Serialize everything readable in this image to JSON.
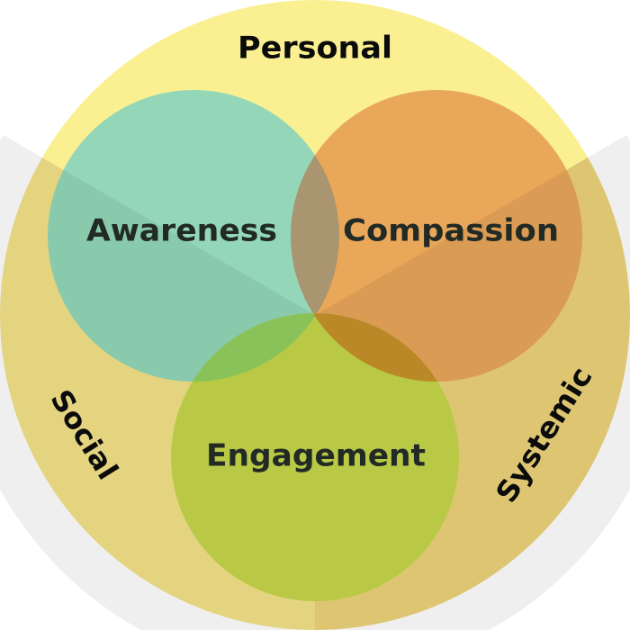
{
  "title": "Personal, Social, Systemic — Awareness, Compassion, Engagement",
  "outer_sectors": [
    {
      "id": "personal",
      "label": "Personal",
      "color": "#faf092"
    },
    {
      "id": "social",
      "label": "Social",
      "color": "#f4e389"
    },
    {
      "id": "systemic",
      "label": "Systemic",
      "color": "#ecd37a"
    }
  ],
  "circles": [
    {
      "id": "awareness",
      "label": "Awareness",
      "color": "#93d7b8"
    },
    {
      "id": "compassion",
      "label": "Compassion",
      "color": "#e9a75a"
    },
    {
      "id": "engagement",
      "label": "Engagement",
      "color": "#c6d74a"
    }
  ],
  "overlap_colors": {
    "awareness_compassion": "#a99570",
    "awareness_engagement": "#93cf5e",
    "compassion_engagement": "#c8922b"
  }
}
